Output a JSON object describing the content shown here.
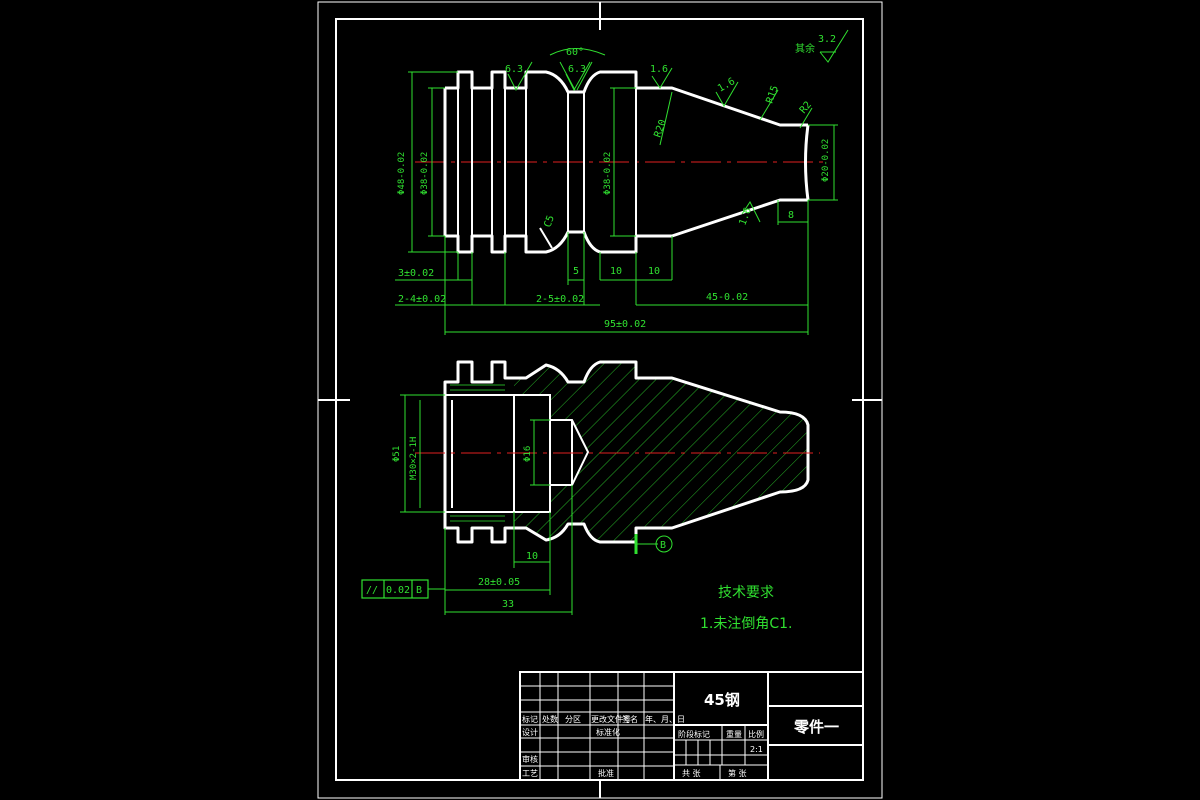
{
  "colors": {
    "background": "#000000",
    "outline": "#ffffff",
    "dimension": "#30e030",
    "centerline": "#e02020"
  },
  "top_view": {
    "diameters": {
      "d48": "Φ48-0.02",
      "d38_left": "Φ38-0.02",
      "d38_mid": "Φ38-0.02",
      "d20": "Φ20-0.02"
    },
    "roughness": {
      "r1": "6.3",
      "r2": "6.3",
      "r3": "1.6",
      "r4": "1.6",
      "r5": "1.6",
      "others_label": "其余",
      "others_value": "3.2"
    },
    "angle": "60°",
    "radii": {
      "r15": "R15",
      "r2": "R2",
      "r20": "R20"
    },
    "chamfer": "C5",
    "dims": {
      "w5": "5",
      "w10a": "10",
      "w10b": "10",
      "w8": "8",
      "d3": "3±0.02",
      "d2x4": "2-4±0.02",
      "d2x5": "2-5±0.02",
      "d45": "45-0.02",
      "d95": "95±0.02"
    }
  },
  "section_view": {
    "d51": "Φ51",
    "thread": "M30×2-1H",
    "d16": "Φ16",
    "w10": "10",
    "d28": "28±0.05",
    "d33": "33",
    "datum": "B",
    "tolerance": {
      "symbol": "//",
      "value": "0.02",
      "datum": "B"
    }
  },
  "tech_requirements": {
    "title": "技术要求",
    "item1": "1.未注倒角C1."
  },
  "title_block": {
    "material": "45钢",
    "part_name": "零件一",
    "scale": "2:1",
    "header_labels": [
      "标记",
      "处数",
      "分区",
      "更改文件号",
      "签名",
      "年、月、日"
    ],
    "design": "设计",
    "standardize": "标准化",
    "review": "审核",
    "process": "工艺",
    "approve": "批准",
    "stage_mark": "阶段标记",
    "weight": "重量",
    "ratio": "比例",
    "sheets_total": "共 张",
    "sheet_no": "第 张"
  }
}
